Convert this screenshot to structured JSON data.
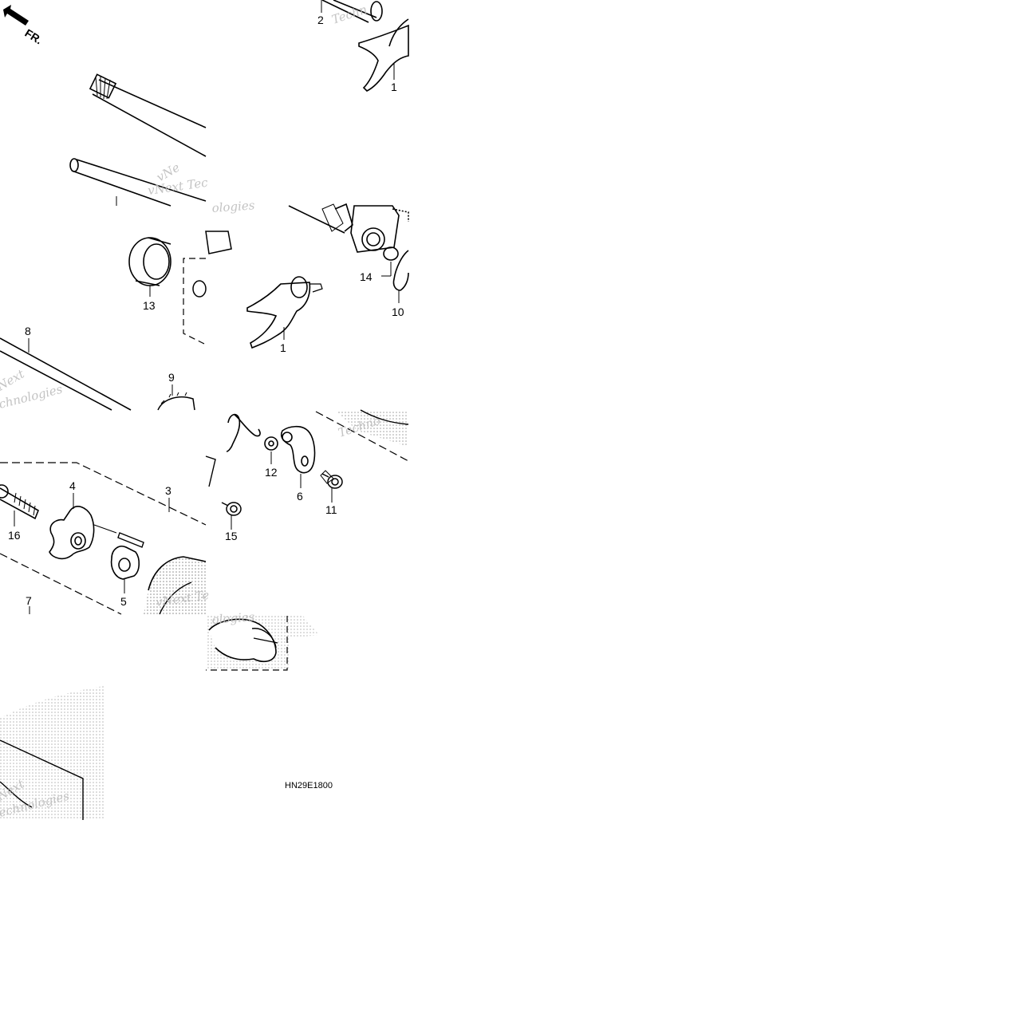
{
  "diagram": {
    "direction_label": "FR.",
    "diagram_code": "HN29E1800",
    "callouts": [
      {
        "id": "c2a",
        "label": "2"
      },
      {
        "id": "c1a",
        "label": "1"
      },
      {
        "id": "c13",
        "label": "13"
      },
      {
        "id": "c1b",
        "label": "1"
      },
      {
        "id": "c14",
        "label": "14"
      },
      {
        "id": "c10",
        "label": "10"
      },
      {
        "id": "c8",
        "label": "8"
      },
      {
        "id": "c9",
        "label": "9"
      },
      {
        "id": "c4",
        "label": "4"
      },
      {
        "id": "c3",
        "label": "3"
      },
      {
        "id": "c16",
        "label": "16"
      },
      {
        "id": "c5",
        "label": "5"
      },
      {
        "id": "c7",
        "label": "7"
      },
      {
        "id": "c12",
        "label": "12"
      },
      {
        "id": "c6",
        "label": "6"
      },
      {
        "id": "c11",
        "label": "11"
      },
      {
        "id": "c15",
        "label": "15"
      }
    ],
    "watermark_text": "vNext Technologies",
    "colors": {
      "line": "#000000",
      "watermark": "#bdbdbd",
      "background": "#ffffff"
    }
  }
}
